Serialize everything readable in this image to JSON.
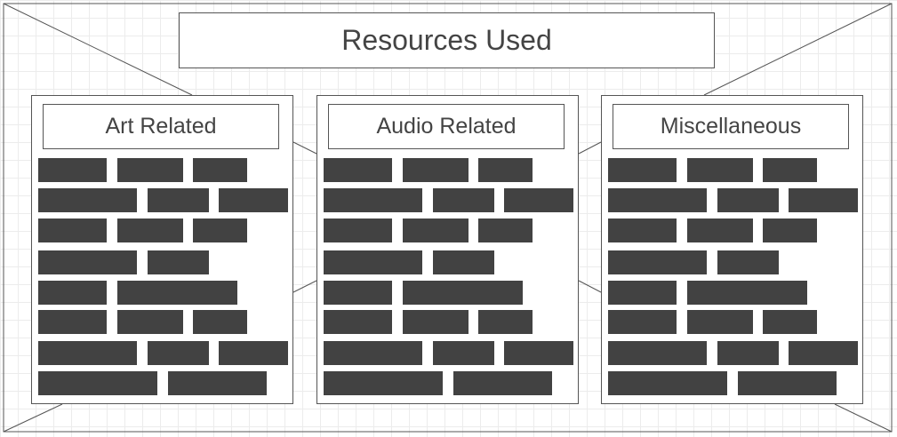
{
  "title": "Resources Used",
  "panels": [
    {
      "heading": "Art Related"
    },
    {
      "heading": "Audio Related"
    },
    {
      "heading": "Miscellaneous"
    }
  ],
  "colors": {
    "block_fill": "#424242",
    "line": "#555555",
    "grid": "#ececec",
    "text": "#444444"
  }
}
